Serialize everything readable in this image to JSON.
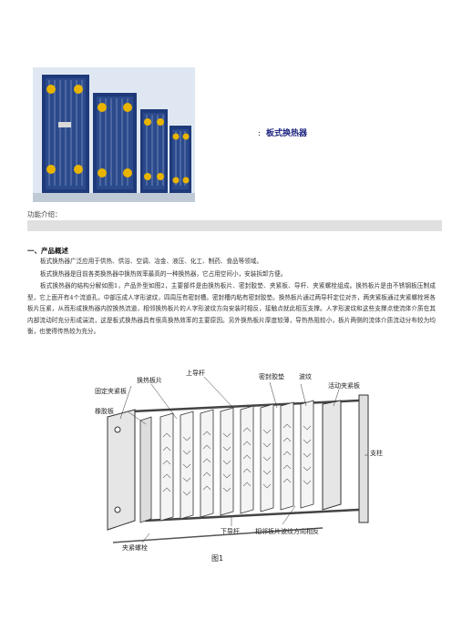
{
  "product": {
    "title": "板式换热器"
  },
  "function_label": "功能介绍：",
  "section": {
    "heading": "一、产品概述",
    "paragraphs": [
      "板式换热器广泛应用于供热、供浴、空调、冶金、液压、化工、制药、食品等领域。",
      "板式换热器是目前各类换热器中换热效率最高的一种换热器，它占用空间小，安装拆卸方便。",
      "板式换热器的结构分解如图1，产品外型如图2，主要部件是由换热板片、密封胶垫、夹紧板、导杆、夹紧螺栓组成。换热板片是由不锈钢板压制成型，它上面开有4个流道孔，中部压成人字形波纹，四周压有密封槽。密封槽内粘有密封胶垫。换热板片通过两导杆定位对齐，两夹紧板通过夹紧螺栓将各板片压紧，从而形成换热器内腔换热流道，相邻换热板片的人字形波纹方向安装时相反，接触点就此相互支撑。人字形波纹和这些支撑点使流体介质在其内部流动时充分形成湍流，这是板式换热器具有很高换热效率的主要原因。另外换热板片厚度较薄，导热热阻较小，板片两侧的流体介质流动分布较为均衡，也使得传热较为充分。"
    ]
  },
  "diagram": {
    "labels": {
      "heat_plate": "换热板片",
      "upper_rod": "上导杆",
      "gasket": "密封胶垫",
      "corrugation": "波纹",
      "fixed_plate": "固定夹紧板",
      "movable_plate": "活动夹紧板",
      "rubber_plate": "橡胶板",
      "column": "支柱",
      "bolt": "夹紧螺栓",
      "lower_rod": "下导杆",
      "opposite": "相邻板片波纹方向相反"
    },
    "caption": "图1"
  },
  "colors": {
    "title": "#1a237e",
    "frame": "#1f3a7a",
    "accent": "#e8b400"
  }
}
